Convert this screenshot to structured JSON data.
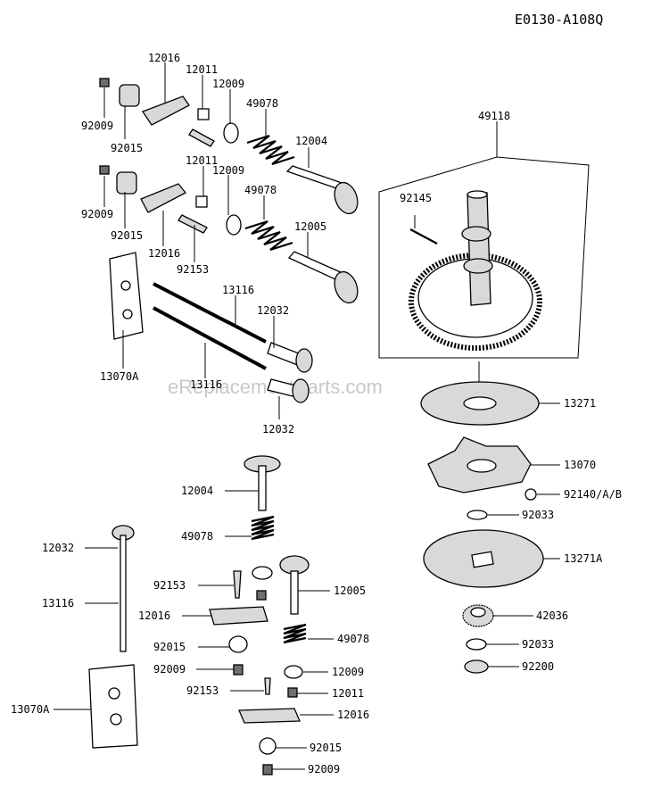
{
  "diagram_code": "E0130-A108Q",
  "watermark": "eReplacementParts.com",
  "callouts": {
    "c12016_a": "12016",
    "c12011_a": "12011",
    "c12009_a": "12009",
    "c49078_a": "49078",
    "c92009_a": "92009",
    "c92015_a": "92015",
    "c12004_a": "12004",
    "c12011_b": "12011",
    "c12009_b": "12009",
    "c49078_b": "49078",
    "c92009_b": "92009",
    "c92015_b": "92015",
    "c12016_b": "12016",
    "c92153_a": "92153",
    "c12005_a": "12005",
    "c13116_a": "13116",
    "c12032_a": "12032",
    "c13070A_a": "13070A",
    "c13116_b": "13116",
    "c12032_b": "12032",
    "c49118": "49118",
    "c92145": "92145",
    "c13271": "13271",
    "c13070": "13070",
    "c92140": "92140/A/B",
    "c92033_a": "92033",
    "c13271A": "13271A",
    "c42036": "42036",
    "c92033_b": "92033",
    "c92200": "92200",
    "c12004_b": "12004",
    "c49078_c": "49078",
    "c12032_c": "12032",
    "c92153_b": "92153",
    "c12005_b": "12005",
    "c13116_c": "13116",
    "c12016_c": "12016",
    "c92015_c": "92015",
    "c49078_d": "49078",
    "c92009_c": "92009",
    "c12009_c": "12009",
    "c92153_c": "92153",
    "c12011_c": "12011",
    "c13070A_b": "13070A",
    "c12016_d": "12016",
    "c92015_d": "92015",
    "c92009_d": "92009"
  }
}
